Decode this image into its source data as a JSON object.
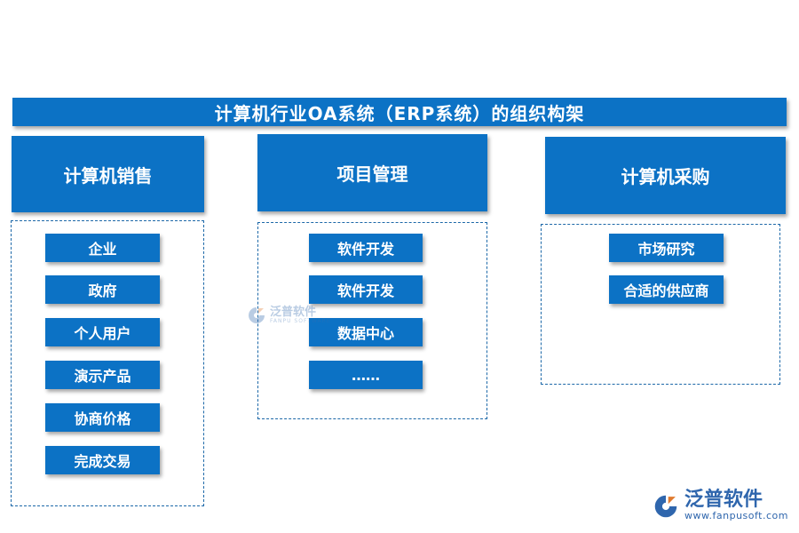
{
  "title": "计算机行业OA系统（ERP系统）的组织构架",
  "columns": [
    {
      "header": "计算机销售",
      "items": [
        "企业",
        "政府",
        "个人用户",
        "演示产品",
        "协商价格",
        "完成交易"
      ]
    },
    {
      "header": "项目管理",
      "items": [
        "软件开发",
        "软件开发",
        "数据中心",
        "……"
      ]
    },
    {
      "header": "计算机采购",
      "items": [
        "市场研究",
        "合适的供应商"
      ]
    }
  ],
  "watermark": {
    "name": "泛普软件",
    "sub": "FANPU SOFTWARE"
  },
  "logo": {
    "name": "泛普软件",
    "url": "www.fanpusoft.com"
  },
  "colors": {
    "primary": "#0c72c5",
    "border": "#1c68a8",
    "logo": "#2f66ad"
  }
}
